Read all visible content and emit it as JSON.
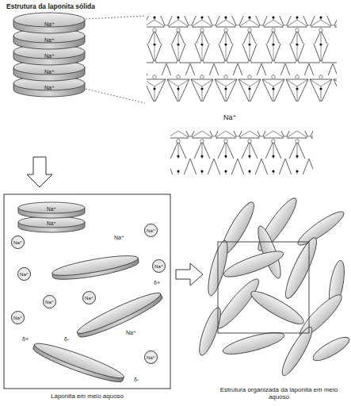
{
  "diagram": {
    "nodes": [
      {
        "text": [
          "Na⁺"
        ]
      },
      {
        "text": [
          "Na⁺"
        ]
      },
      {
        "text": [
          "Na⁺"
        ]
      },
      {
        "text": [
          "Na⁺"
        ]
      },
      {
        "text": [
          "Na⁺"
        ]
      },
      {
        "text": [
          "Na⁺"
        ]
      },
      {
        "text": [
          "Na⁺"
        ]
      },
      {
        "text": [
          "Na⁺"
        ]
      }
    ],
    "labels": [
      "Estrutura da laponita sólida",
      "Na⁺",
      "Na⁺",
      "Na⁺",
      "Na⁺",
      "Na⁺",
      "Na⁺",
      "Na⁺",
      "Na⁺",
      "Na⁺",
      "Na⁺",
      "δ+",
      "δ+",
      "δ-",
      "δ-",
      "Laponita em meio aquoso",
      "Estrutura organizada da laponita em meio aquoso"
    ]
  }
}
